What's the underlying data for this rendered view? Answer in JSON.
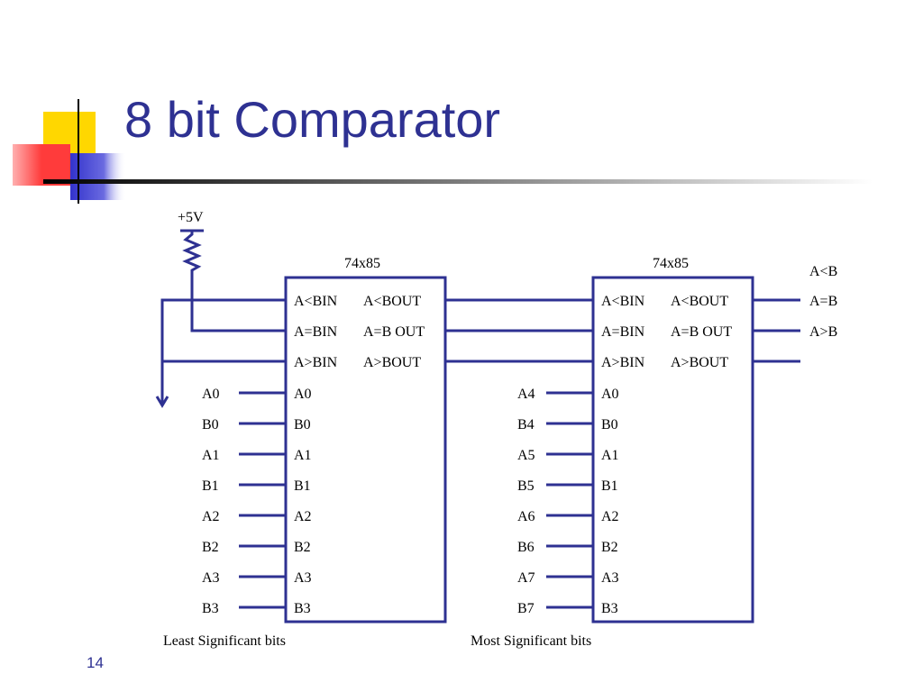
{
  "slide": {
    "title": "8 bit Comparator",
    "page_number": "14"
  },
  "colors": {
    "title": "#2e3192",
    "wire": "#2e3192",
    "accent_yellow": "#ffd700",
    "accent_red": "#ff3b3b",
    "accent_blue": "#3333cc"
  },
  "circuit": {
    "supply_label": "+5V",
    "chip1": {
      "part": "74x85",
      "inputs": [
        "A<BIN",
        "A=BIN",
        "A>BIN",
        "A0",
        "B0",
        "A1",
        "B1",
        "A2",
        "B2",
        "A3",
        "B3"
      ],
      "outputs": [
        "A<BOUT",
        "A=B OUT",
        "A>BOUT"
      ],
      "external_inputs": [
        "A0",
        "B0",
        "A1",
        "B1",
        "A2",
        "B2",
        "A3",
        "B3"
      ],
      "caption": "Least Significant bits"
    },
    "chip2": {
      "part": "74x85",
      "inputs": [
        "A<BIN",
        "A=BIN",
        "A>BIN",
        "A0",
        "B0",
        "A1",
        "B1",
        "A2",
        "B2",
        "A3",
        "B3"
      ],
      "outputs": [
        "A<BOUT",
        "A=B OUT",
        "A>BOUT"
      ],
      "external_inputs": [
        "A4",
        "B4",
        "A5",
        "B5",
        "A6",
        "B6",
        "A7",
        "B7"
      ],
      "caption": "Most Significant bits"
    },
    "final_outputs": [
      "A<B",
      "A=B",
      "A>B"
    ]
  }
}
